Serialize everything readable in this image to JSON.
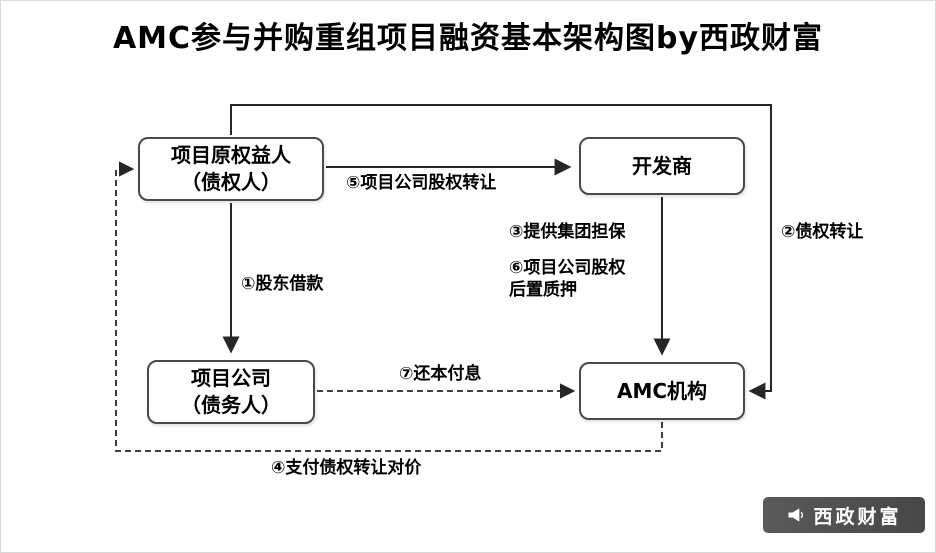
{
  "title": "AMC参与并购重组项目融资基本架构图by西政财富",
  "nodes": {
    "original_rights_holder": {
      "label": "项目原权益人\n（债权人）"
    },
    "developer": {
      "label": "开发商"
    },
    "project_company": {
      "label": "项目公司\n（债务人）"
    },
    "amc": {
      "label": "AMC机构"
    }
  },
  "edge_labels": {
    "shareholder_loan": "①股东借款",
    "debt_transfer": "②债权转让",
    "group_guarantee": "③提供集团担保",
    "transfer_consideration": "④支付债权转让对价",
    "equity_transfer": "⑤项目公司股权转让",
    "equity_pledge": "⑥项目公司股权\n后置质押",
    "repayment": "⑦还本付息"
  },
  "watermark": {
    "label": "西政财富",
    "icon": "megaphone-icon"
  },
  "colors": {
    "line": "#262626",
    "box_border": "#4a4a4a",
    "watermark_bg": "#4f4f4f",
    "text": "#000000"
  }
}
